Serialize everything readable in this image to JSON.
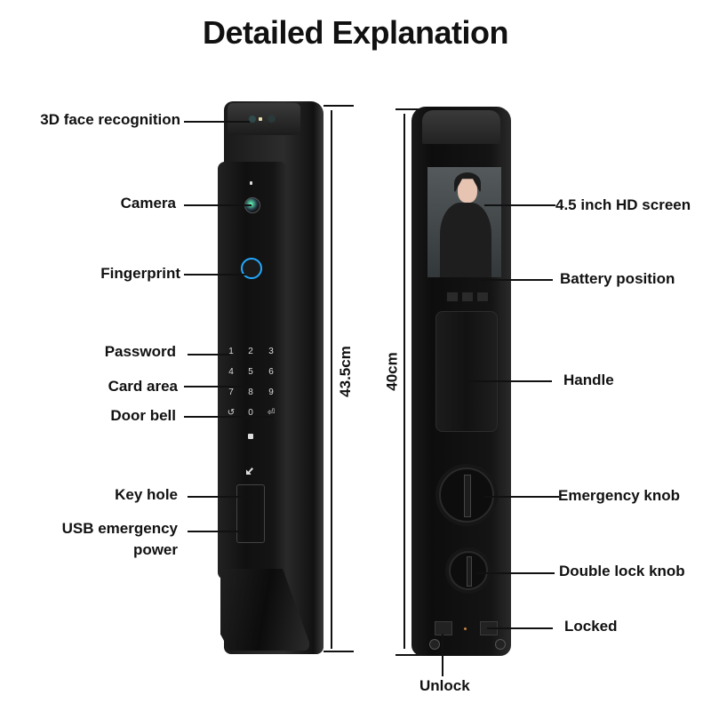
{
  "title": "Detailed Explanation",
  "left_lock": {
    "labels": {
      "face_recognition": "3D face recognition",
      "camera": "Camera",
      "fingerprint": "Fingerprint",
      "password": "Password",
      "card_area": "Card area",
      "door_bell": "Door bell",
      "key_hole": "Key hole",
      "usb_line1": "USB emergency",
      "usb_line2": "power"
    },
    "keypad": [
      "1",
      "2",
      "3",
      "4",
      "5",
      "6",
      "7",
      "8",
      "9",
      "↺",
      "0",
      "⏎"
    ],
    "dimension": "43.5cm"
  },
  "right_lock": {
    "labels": {
      "screen": "4.5 inch HD screen",
      "battery": "Battery position",
      "handle": "Handle",
      "emergency_knob": "Emergency knob",
      "double_lock_knob": "Double lock knob",
      "locked": "Locked",
      "unlock": "Unlock"
    },
    "dimension": "40cm"
  },
  "colors": {
    "fingerprint_ring": "#22aaff",
    "lock_body": "#141414",
    "text": "#111111"
  }
}
